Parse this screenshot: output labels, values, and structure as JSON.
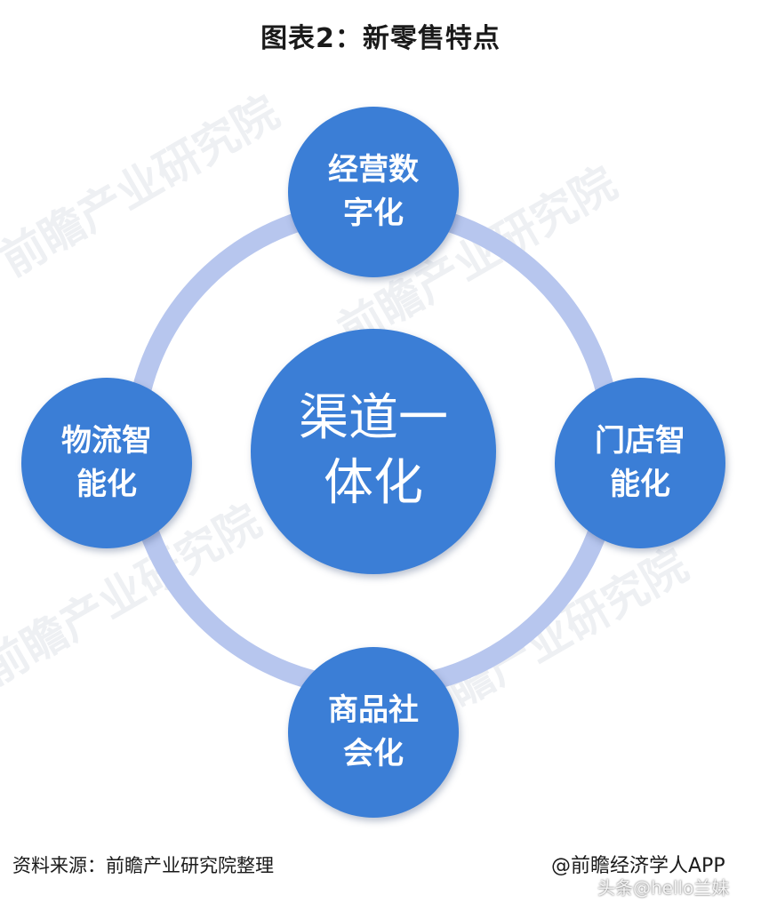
{
  "title": "图表2：新零售特点",
  "center": {
    "label": "渠道一体化"
  },
  "nodes": {
    "top": "经营数字化",
    "right": "门店智能化",
    "bottom": "商品社会化",
    "left": "物流智能化"
  },
  "footer": {
    "source": "资料来源：前瞻产业研究院整理",
    "credit": "@前瞻经济学人APP",
    "overlay": "头条@hello兰妹"
  },
  "colors": {
    "node_fill": "#3b7ed6",
    "ring": "#b7c6ee",
    "text_on_node": "#ffffff"
  }
}
